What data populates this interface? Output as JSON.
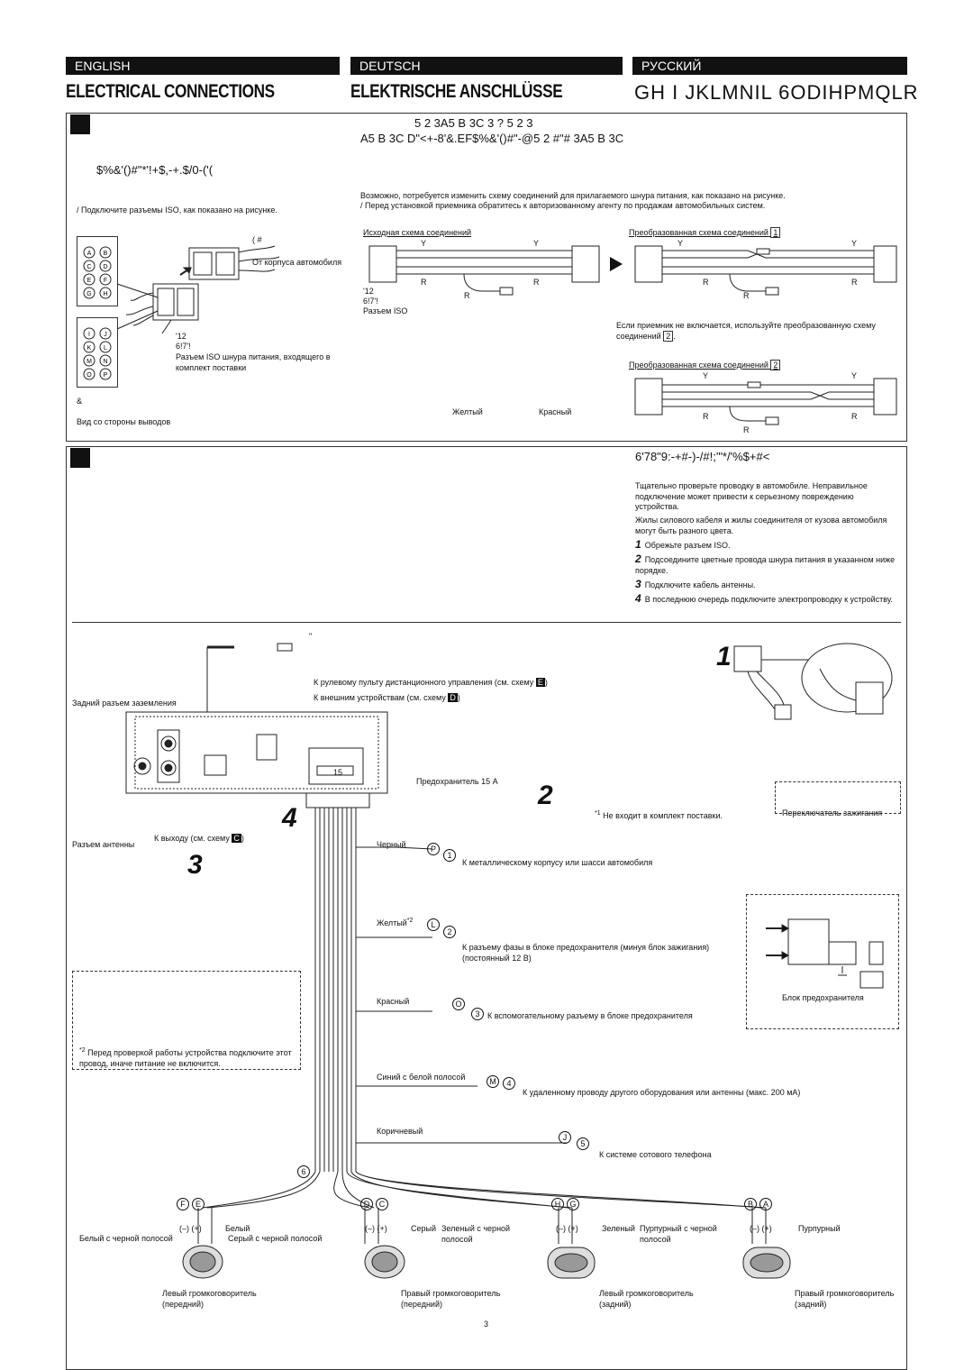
{
  "languages": {
    "english": "ENGLISH",
    "deutsch": "DEUTSCH",
    "russian": "РУССКИЙ"
  },
  "headings": {
    "english": "ELECTRICAL CONNECTIONS",
    "deutsch": "ELEKTRISCHE ANSCHLÜSSE",
    "russian_glyphs": "GH I JKLMNIL 6ODIHPMQLR"
  },
  "section_a": {
    "garble_line1": "5 2 3A5 B 3C 3 ? 5 2 3",
    "garble_line2": "A5 B 3C D\"<+-8'&.EF$%&'()#\"-@5 2 #\"# 3A5 B 3C",
    "garble_left": "$%&'()#\"*'!+$,-+.$/0-('(",
    "note_change": "Возможно, потребуется изменить схему соединений для прилагаемого шнура питания, как показано на рисунке.",
    "note_dealer": "/  Перед установкой приемника обратитесь к авторизованному агенту по продажам автомобильных систем.",
    "connect_iso": "/  Подключите разъемы ISO, как показано на рисунке.",
    "from_car": "От корпуса автомобиля",
    "iso_power_cord": "Разъем ISO шнура питания, входящего в комплект поставки",
    "terminal_view": "Вид со стороны выводов",
    "iso_connector": "Разъем ISO",
    "original_scheme": "Исходная схема соединений",
    "modified_scheme_1": "Преобразованная схема соединений",
    "modified_scheme_2": "Преобразованная схема соединений",
    "if_not_on": "Если приемник не включается, используйте преобразованную схему соединений",
    "yellow": "Желтый",
    "red": "Красный",
    "Y": "Y",
    "R": "R",
    "box1": "1",
    "box2": "2",
    "pins_left": [
      "A",
      "B",
      "C",
      "D",
      "E",
      "F",
      "G",
      "H"
    ],
    "pins_right": [
      "I",
      "J",
      "K",
      "L",
      "M",
      "N",
      "O",
      "P"
    ]
  },
  "section_b": {
    "garble_title": "6'78\"9:-+#-)-/#!;'\"*/'%$+#<",
    "warning": "Тщательно проверьте проводку в автомобиле. Неправильное подключение может привести к серьезному повреждению устройства.",
    "wire_colors": "Жилы силового кабеля и жилы соединителя от кузова автомобиля могут быть разного цвета.",
    "steps": [
      {
        "n": "1",
        "text": "Обрежьте разъем ISO."
      },
      {
        "n": "2",
        "text": "Подсоедините цветные провода шнура питания в указанном ниже порядке."
      },
      {
        "n": "3",
        "text": "Подключите кабель антенны."
      },
      {
        "n": "4",
        "text": "В последнюю очередь подключите электропроводку к устройству."
      }
    ]
  },
  "diagram": {
    "to_steering": "К рулевому пульту дистанционного управления (см. схему",
    "to_external": "К внешним устройствам (см. схему",
    "rear_ground": "Задний разъем заземления",
    "fuse": "Предохранитель 15 A",
    "fuse_label": "15",
    "not_supplied": "Не входит в комплект поставки.",
    "ignition_switch": "Переключатель зажигания",
    "to_output": "К выходу (см. схему",
    "antenna": "Разъем антенны",
    "black": "Черный",
    "to_chassis": "К металлическому корпусу или шасси автомобиля",
    "yellow": "Желтый",
    "to_fuse_phase": "К разъему фазы в блоке предохранителя (минуя блок зажигания) (постоянный 12 В)",
    "red": "Красный",
    "to_aux": "К вспомогательному разъему в блоке предохранителя",
    "fuse_block": "Блок предохранителя",
    "blue_white": "Синий с белой полосой",
    "to_remote": "К удаленному проводу другого оборудования или антенны (макс. 200 мА)",
    "brown": "Коричневый",
    "to_cellphone": "К системе сотового телефона",
    "before_check": "Перед проверкой работы устройства подключите этот провод, иначе питание не включится.",
    "star1": "*1",
    "star2": "*2",
    "step_numbers": [
      "1",
      "2",
      "3",
      "4"
    ],
    "circled": [
      "1",
      "2",
      "3",
      "4",
      "5",
      "6"
    ],
    "letters": {
      "P": "P",
      "L": "L",
      "O": "O",
      "M": "M",
      "J": "J",
      "F": "F",
      "E": "E",
      "D": "D",
      "C": "C",
      "H": "H",
      "G": "G",
      "B": "B",
      "A": "A"
    },
    "scheme_refs": {
      "E": "E",
      "D": "D",
      "C": "C"
    },
    "speakers": [
      {
        "neg": "Белый с черной полосой",
        "pos": "Белый",
        "name": "Левый громкоговоритель (передний)"
      },
      {
        "neg": "Серый с черной полосой",
        "pos": "Серый",
        "name": "Правый громкоговоритель (передний)"
      },
      {
        "neg": "Зеленый с черной полосой",
        "pos": "Зеленый",
        "name": "Левый громкоговоритель (задний)"
      },
      {
        "neg": "Пурпурный с черной полосой",
        "pos": "Пурпурный",
        "name": "Правый громкоговоритель (задний)"
      }
    ],
    "minus": "(–)",
    "plus": "(+)"
  },
  "page_number": "3"
}
